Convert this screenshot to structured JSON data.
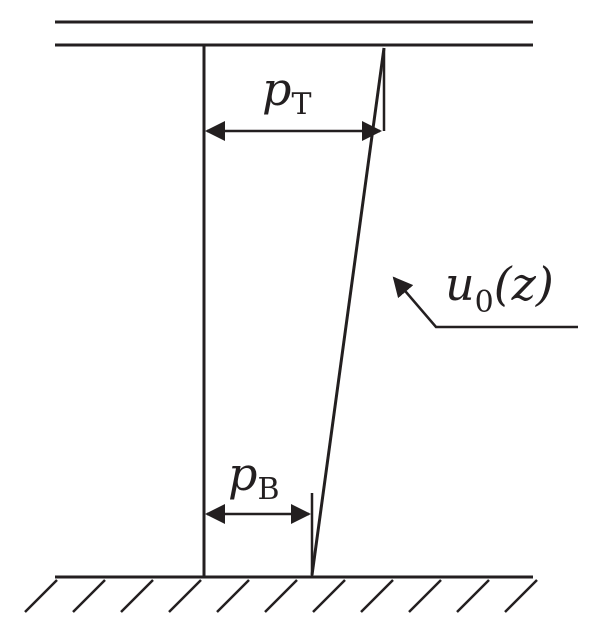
{
  "diagram": {
    "labels": {
      "top_pressure": {
        "symbol": "p",
        "subscript": "T"
      },
      "bottom_pressure": {
        "symbol": "p",
        "subscript": "B"
      },
      "displacement_curve": {
        "symbol": "u",
        "subscript": "0",
        "argument": "(z)"
      }
    },
    "colors": {
      "ink": "#231f20",
      "background": "#ffffff"
    }
  }
}
